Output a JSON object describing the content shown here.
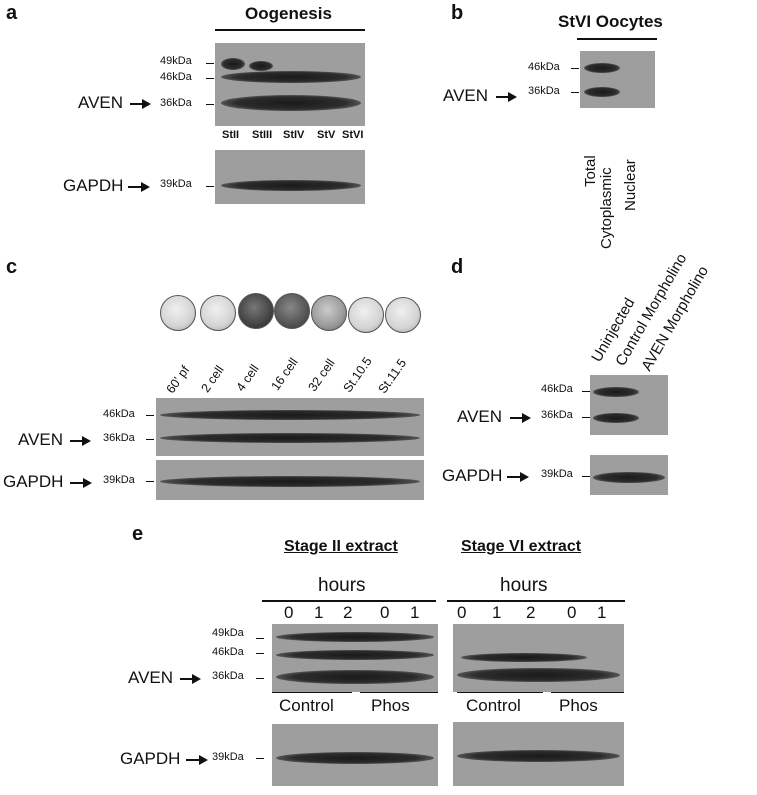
{
  "panels": {
    "a": {
      "letter": "a",
      "title": "Oogenesis",
      "protein": "AVEN",
      "loading": "GAPDH",
      "mw": [
        "49kDa",
        "46kDa",
        "36kDa"
      ],
      "gapdh_mw": "39kDa",
      "lanes": [
        "StII",
        "StIII",
        "StIV",
        "StV",
        "StVI"
      ]
    },
    "b": {
      "letter": "b",
      "title": "StVI Oocytes",
      "protein": "AVEN",
      "mw": [
        "46kDa",
        "36kDa"
      ],
      "lanes": [
        "Total",
        "Cytoplasmic",
        "Nuclear"
      ]
    },
    "c": {
      "letter": "c",
      "protein": "AVEN",
      "loading": "GAPDH",
      "mw": [
        "46kDa",
        "36kDa"
      ],
      "gapdh_mw": "39kDa",
      "lanes": [
        "60' pf",
        "2 cell",
        "4 cell",
        "16 cell",
        "32 cell",
        "St.10.5",
        "St.11.5"
      ]
    },
    "d": {
      "letter": "d",
      "protein": "AVEN",
      "loading": "GAPDH",
      "mw": [
        "46kDa",
        "36kDa"
      ],
      "gapdh_mw": "39kDa",
      "lanes": [
        "Uninjected",
        "Control Morpholino",
        "AVEN Morpholino"
      ]
    },
    "e": {
      "letter": "e",
      "protein": "AVEN",
      "loading": "GAPDH",
      "mw": [
        "49kDa",
        "46kDa",
        "36kDa"
      ],
      "gapdh_mw": "39kDa",
      "left": {
        "title": "Stage II extract",
        "hours": "hours",
        "times": [
          "0",
          "1",
          "2",
          "0",
          "1"
        ],
        "groups": [
          "Control",
          "Phos"
        ]
      },
      "right": {
        "title": "Stage VI extract",
        "hours": "hours",
        "times": [
          "0",
          "1",
          "2",
          "0",
          "1"
        ],
        "groups": [
          "Control",
          "Phos"
        ]
      }
    }
  }
}
